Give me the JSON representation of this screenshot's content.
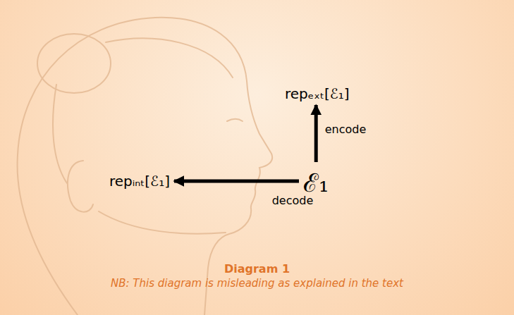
{
  "diagram": {
    "caption": "Diagram 1",
    "nodes": [
      {
        "text": [
          "repₑₓₜ[ℰ₁]"
        ]
      },
      {
        "text": [
          "repᵢₙₜ[ℰ₁]"
        ]
      },
      {
        "text": [
          "ℰ₁"
        ]
      }
    ],
    "edges": [
      {
        "from": 2,
        "to": 1,
        "label": "decode",
        "arrow": "to"
      },
      {
        "from": 2,
        "to": 0,
        "label": "encode",
        "arrow": "to"
      }
    ],
    "labels": [
      "NB: This diagram is misleading as explained in the text"
    ]
  }
}
